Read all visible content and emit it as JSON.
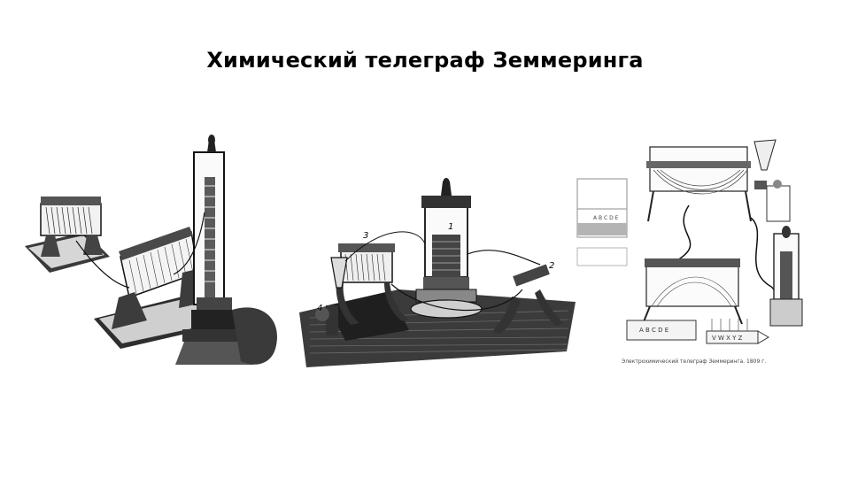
{
  "slide": {
    "title": "Химический телеграф Земмеринга"
  },
  "figures": [
    {
      "name": "apparatus-engraving-left",
      "labels": []
    },
    {
      "name": "apparatus-engraving-center",
      "labels": [
        "1",
        "2",
        "3",
        "4"
      ]
    },
    {
      "name": "apparatus-engraving-right",
      "letters_top": "A B C D E",
      "letters_bottom_left": "A B C D E",
      "letters_bottom_right": "V W X Y Z",
      "caption": "Электрохимический телеграф Земмеринга. 1809 г."
    }
  ]
}
